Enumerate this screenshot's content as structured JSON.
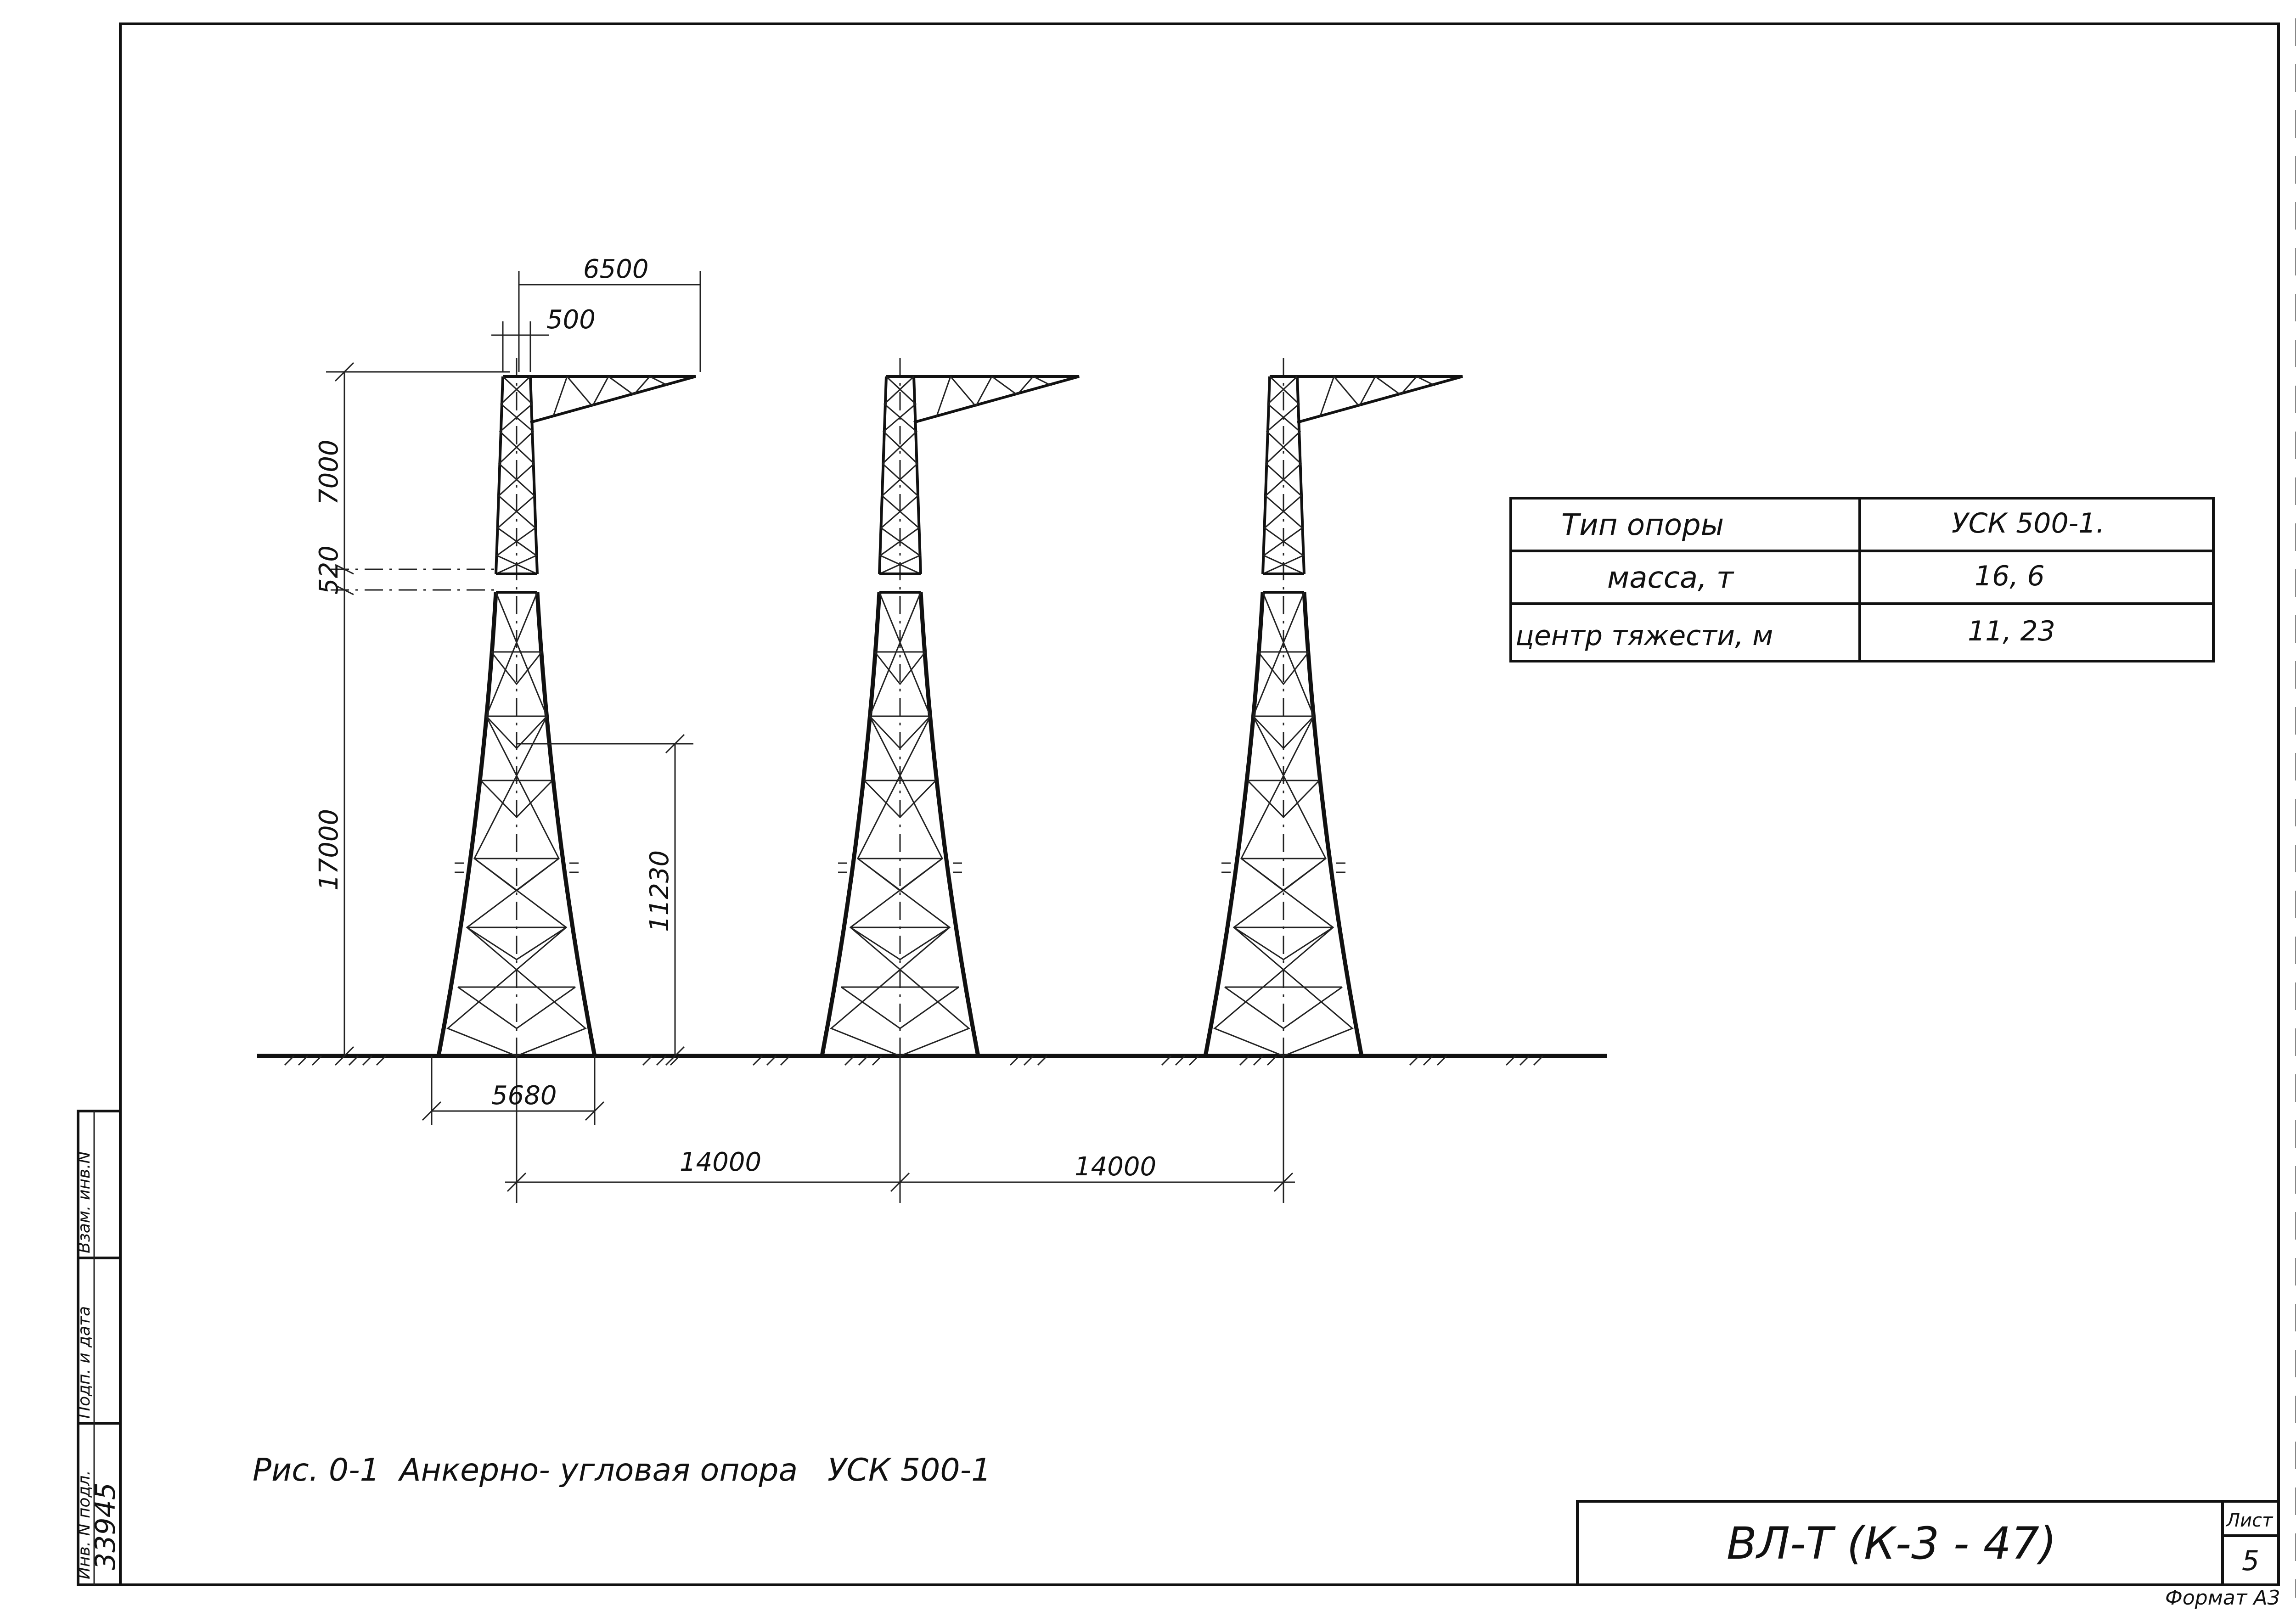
{
  "drawing": {
    "figure_caption": "Рис. 0-1  Анкерно- угловая опора   УСК 500-1",
    "dimensions": {
      "crossarm_width": "6500",
      "top_width": "500",
      "upper_height": "7000",
      "transition": "520",
      "lower_height": "17000",
      "center_of_gravity": "11230",
      "base_width": "5680",
      "spacing_1": "14000",
      "spacing_2": "14000"
    }
  },
  "spec_table": {
    "rows": [
      {
        "label": "Тип опоры",
        "value": "УСК 500-1."
      },
      {
        "label": "масса,  т",
        "value": "16, 6"
      },
      {
        "label": "центр  тяжести, м",
        "value": "11, 23"
      }
    ]
  },
  "side_stamp": {
    "fields": [
      "Инв. N подл.",
      "Подп. и дата",
      "Взам. инв.N"
    ],
    "inv_number": "33945"
  },
  "title_block": {
    "designation": "ВЛ-Т (К-3 - 47)",
    "sheet_label": "Лист",
    "sheet_number": "5"
  },
  "format_label": "Формат А3"
}
